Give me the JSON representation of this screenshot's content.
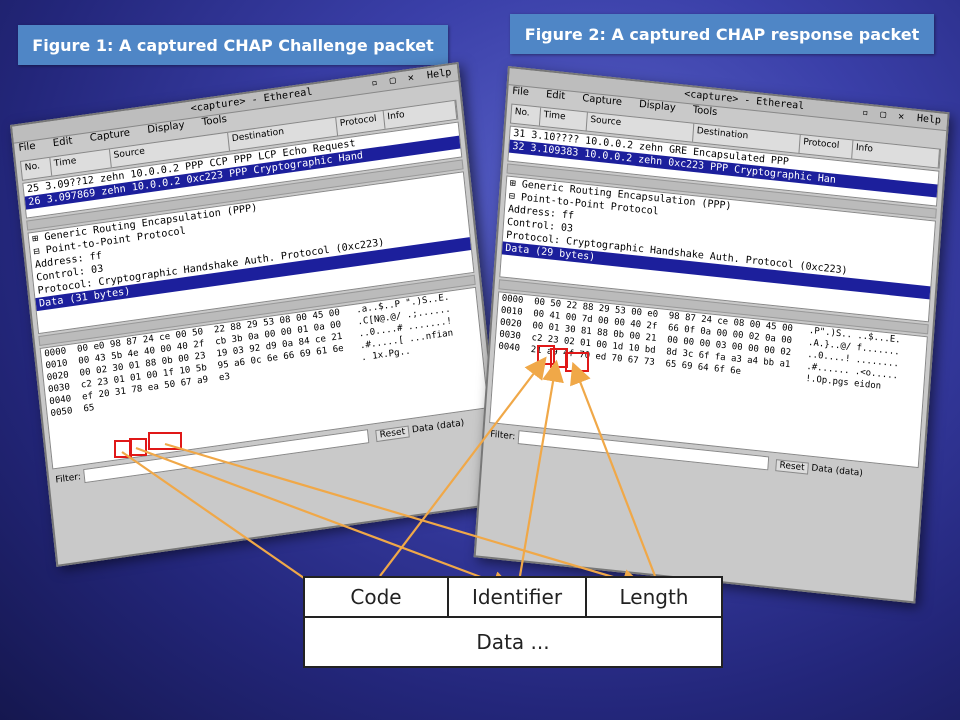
{
  "captions": {
    "fig1": "Figure 1: A captured CHAP Challenge packet",
    "fig2": "Figure 2: A captured CHAP response packet"
  },
  "colors": {
    "caption_bg": "#4f86c6",
    "selection": "#1c1f9c",
    "highlight_box": "#e01818",
    "arrow": "#f0a848"
  },
  "win1": {
    "title": "<capture> - Ethereal",
    "help": "Help",
    "menu": [
      "File",
      "Edit",
      "Capture",
      "Display",
      "Tools"
    ],
    "columns": [
      "No.",
      "Time",
      "Source",
      "Destination",
      "Protocol",
      "Info"
    ],
    "packets": [
      {
        "no": "25",
        "time": "3.09??12",
        "source": "zehn",
        "dest": "10.0.0.2",
        "proto": "PPP CCP",
        "info": "PPP LCP Echo Request"
      },
      {
        "no": "26",
        "time": "3.097869",
        "source": "zehn",
        "dest": "10.0.0.2",
        "proto": "0xc223",
        "info": "PPP Cryptographic Hand"
      }
    ],
    "tree": [
      "⊞ Generic Routing Encapsulation (PPP)",
      "⊟ Point-to-Point Protocol",
      "      Address: ff",
      "      Control: 03",
      "      Protocol: Cryptographic Handshake Auth. Protocol (0xc223)",
      "Data (31 bytes)"
    ],
    "hex": [
      "0000  00 e0 98 87 24 ce 00 50  22 88 29 53 08 00 45 00   .a..$..P \".)S..E.",
      "0010  00 43 5b 4e 40 00 40 2f  cb 3b 0a 00 00 01 0a 00   .C[N@.@/ .;......",
      "0020  00 02 30 01 88 0b 00 23  19 03 92 d9 0a 84 ce 21   ..0....# .......!",
      "0030  c2 23 01 01 00 1f 10 5b  95 a6 0c 6e 66 69 61 6e   .#.....[ ...nfian",
      "0040  ef 20 31 78 ea 50 67 a9  e3                        . 1x.Pg..",
      "0050  65"
    ],
    "filter_label": "Filter:",
    "reset": "Reset",
    "status": "Data (data)"
  },
  "win2": {
    "title": "<capture> - Ethereal",
    "help": "Help",
    "menu": [
      "File",
      "Edit",
      "Capture",
      "Display",
      "Tools"
    ],
    "columns": [
      "No.",
      "Time",
      "Source",
      "Destination",
      "Protocol",
      "Info"
    ],
    "packets": [
      {
        "no": "31",
        "time": "3.10????",
        "source": "10.0.0.2",
        "dest": "zehn",
        "proto": "GRE",
        "info": "Encapsulated PPP"
      },
      {
        "no": "32",
        "time": "3.109383",
        "source": "10.0.0.2",
        "dest": "zehn",
        "proto": "0xc223",
        "info": "PPP Cryptographic Han"
      }
    ],
    "tree": [
      "⊞ Generic Routing Encapsulation (PPP)",
      "⊟ Point-to-Point Protocol",
      "      Address: ff",
      "      Control: 03",
      "      Protocol: Cryptographic Handshake Auth. Protocol (0xc223)",
      "Data (29 bytes)"
    ],
    "hex": [
      "0000  00 50 22 88 29 53 00 e0  98 87 24 ce 08 00 45 00   .P\".)S.. ..$...E.",
      "0010  00 41 00 7d 00 00 40 2f  66 0f 0a 00 00 02 0a 00   .A.}..@/ f.......",
      "0020  00 01 30 81 88 0b 00 21  00 00 00 03 00 00 00 02   ..0....! ........",
      "0030  c2 23 02 01 00 1d 10 bd  8d 3c 6f fa a3 a4 bb a1   .#...... .<o.....",
      "0040  21 a9 4f 70 ed 70 67 73  65 69 64 6f 6e            !.Op.pgs eidon"
    ],
    "filter_label": "Filter:",
    "reset": "Reset",
    "status": "Data (data)"
  },
  "chap": {
    "code": "Code",
    "identifier": "Identifier",
    "length": "Length",
    "data": "Data ..."
  }
}
